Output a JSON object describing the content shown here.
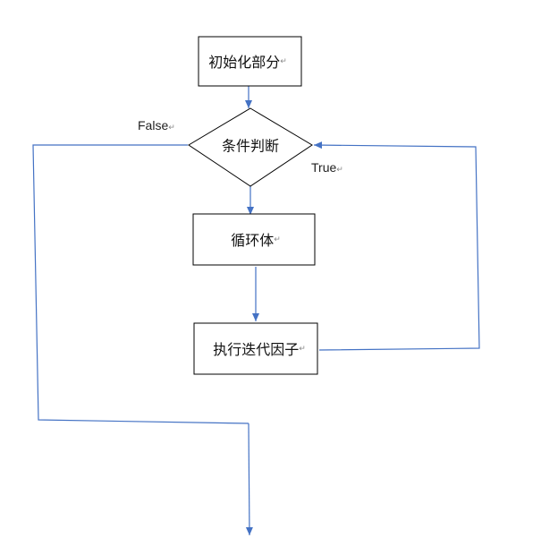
{
  "nodes": {
    "init": {
      "label": "初始化部分",
      "mark": "↵"
    },
    "condition": {
      "label": "条件判断"
    },
    "body": {
      "label": "循环体",
      "mark": "↵"
    },
    "iterate": {
      "label": "执行迭代因子",
      "mark": "↵"
    }
  },
  "edges": {
    "false_label": "False",
    "false_mark": "↵",
    "true_label": "True",
    "true_mark": "↵"
  },
  "colors": {
    "line": "#4472C4",
    "border": "#000000"
  }
}
